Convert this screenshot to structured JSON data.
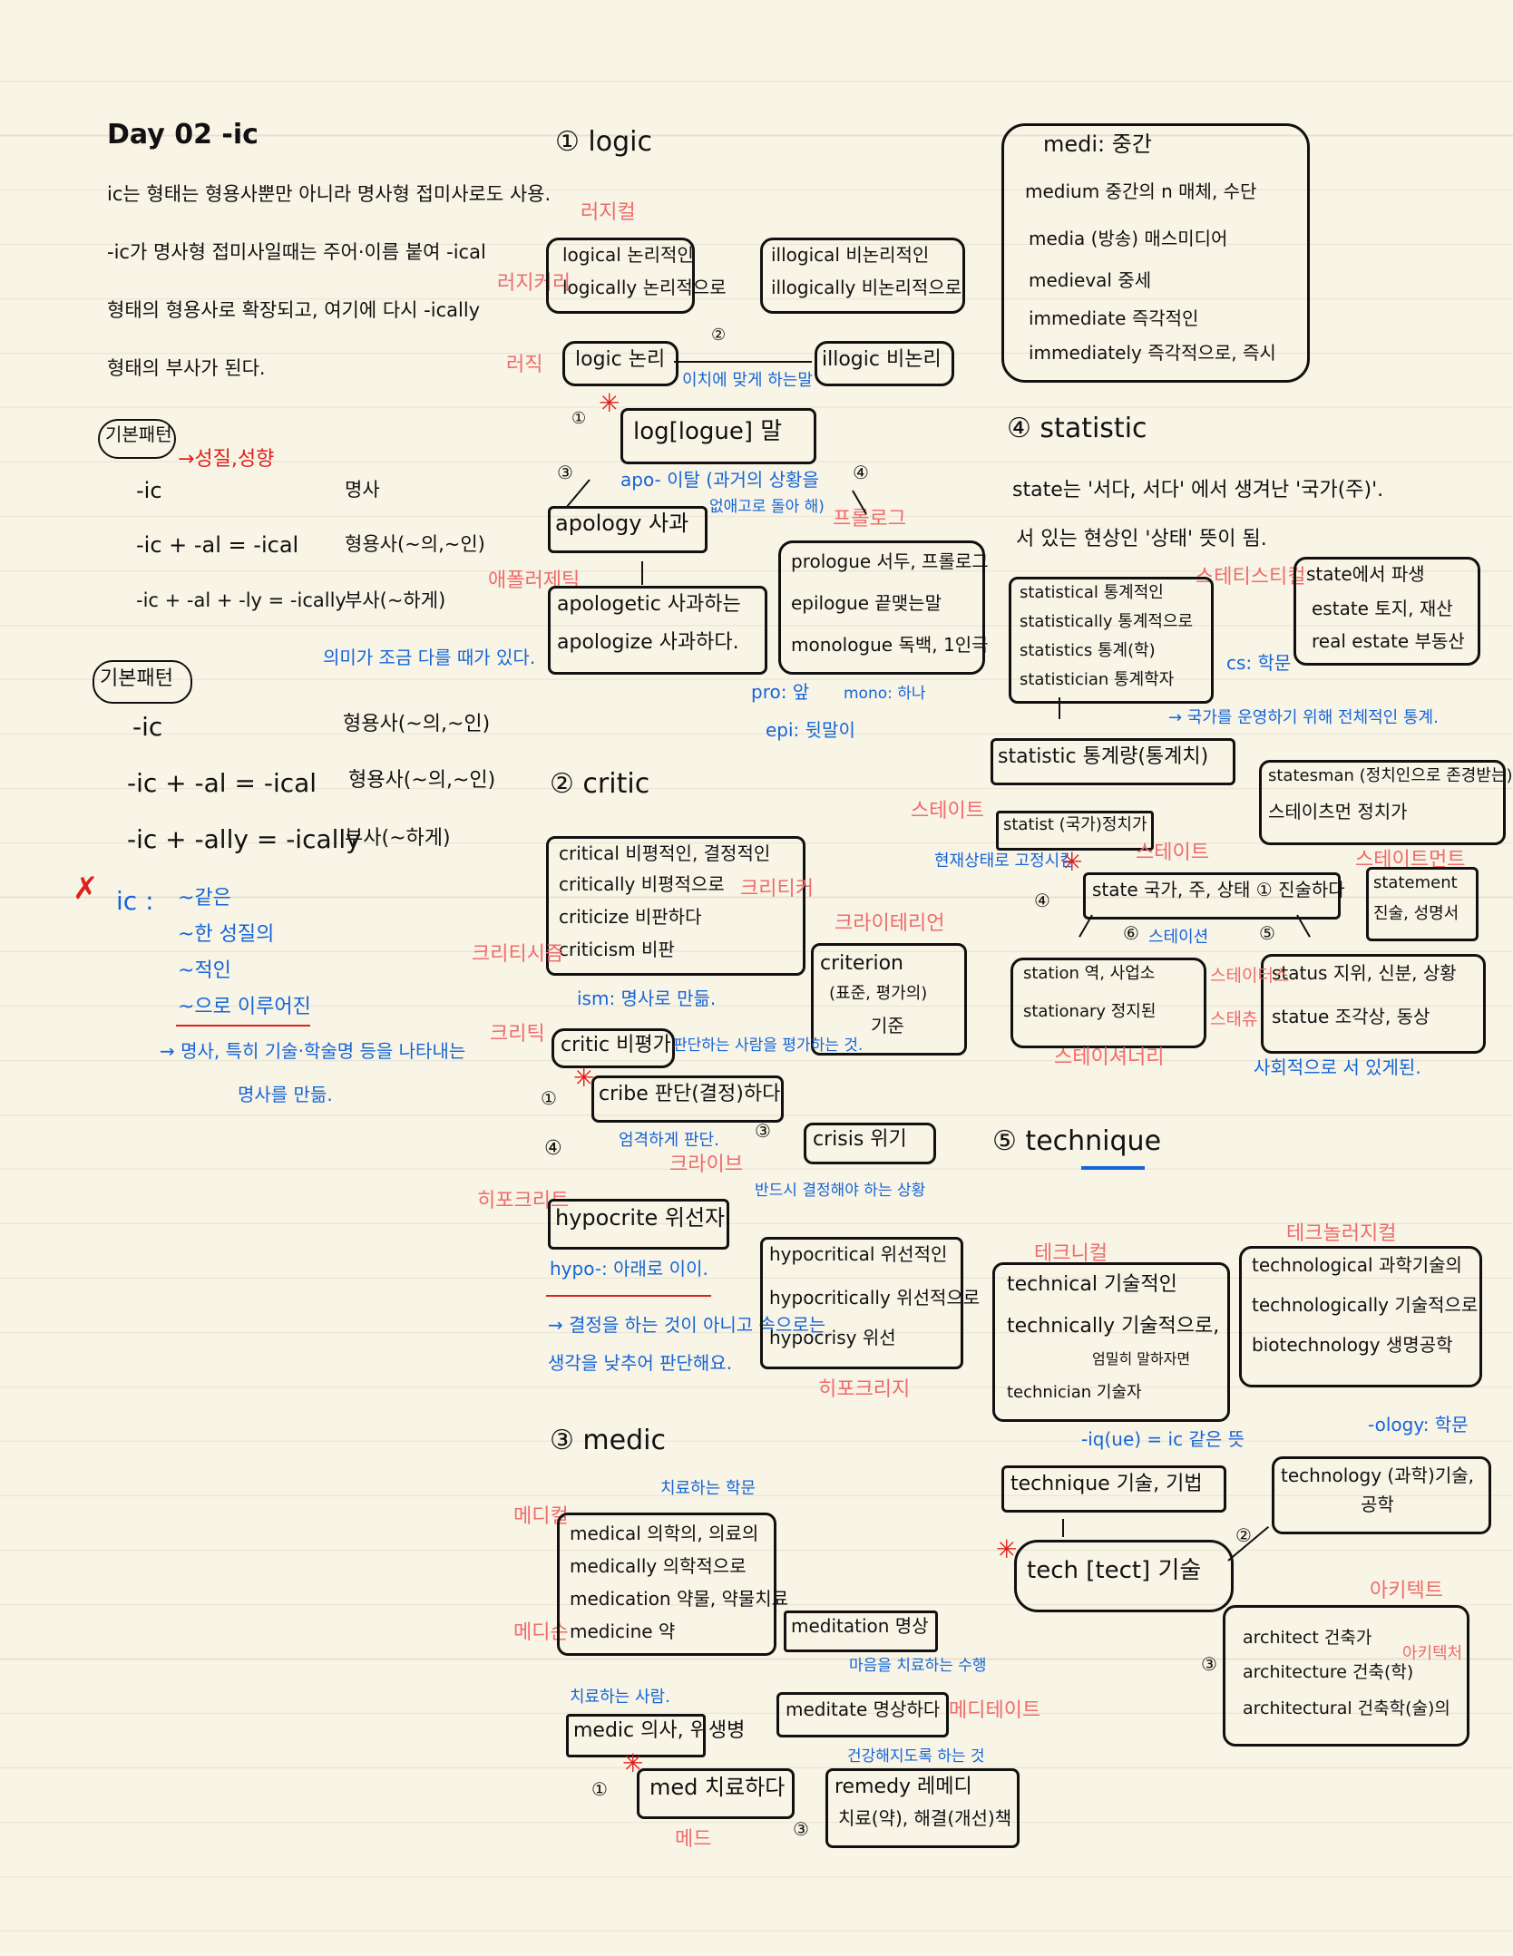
{
  "left": {
    "title": "Day 02 -ic",
    "intro": [
      "ic는 형태는 형용사뿐만 아니라 명사형 접미사로도 사용.",
      "-ic가 명사형 접미사일때는 주어·이름 붙여 -ical",
      "형태의 형용사로 확장되고, 여기에 다시 -ically",
      "형태의 부사가 된다."
    ],
    "basic1_label": "기본패턴",
    "basic1_note": "→성질,성향",
    "rows1": [
      [
        "-ic",
        "명사"
      ],
      [
        "-ic + -al = -ical",
        "형용사(~의,~인)"
      ],
      [
        "-ic + -al + -ly = -ically",
        "부사(~하게)"
      ]
    ],
    "basic2_label": "기본패턴",
    "basic2_note": "의미가 조금 다를 때가 있다.",
    "rows2": [
      [
        "-ic",
        "형용사(~의,~인)"
      ],
      [
        "-ic + -al = -ical",
        "형용사(~의,~인)"
      ],
      [
        "-ic + -ally = -ically",
        "부사(~하게)"
      ]
    ],
    "ic_head": "ic :",
    "ic_meanings": [
      "~같은",
      "~한 성질의",
      "~적인",
      "~으로 이루어진"
    ],
    "ic_note": [
      "→ 명사, 특히 기술·학술명 등을 나타내는",
      "명사를 만듦."
    ]
  },
  "logic": {
    "head": "① logic",
    "box1": [
      "logical 논리적인",
      "logically 논리적으로"
    ],
    "box2": [
      "illogical 비논리적인",
      "illogically 비논리적으로"
    ],
    "logic": "logic 논리",
    "illogic": "illogic 비논리",
    "logos": "log[logue] 말",
    "apology": "apology 사과",
    "apo_note": [
      "apo- 이탈 (과거의 상황을",
      "없애고로 돌아 해)"
    ],
    "apolog_box": [
      "apologetic 사과하는",
      "apologize 사과하다."
    ],
    "prolog_box": [
      "prologue 서두, 프롤로그",
      "epilogue 끝맺는말",
      "monologue 독백, 1인극"
    ],
    "pro_note": [
      "pro: 앞",
      "mono: 하나",
      "epi: 뒷말이"
    ],
    "pink": [
      "러지컬",
      "러지커리",
      "러직",
      "프롤로그",
      "애폴러제틱"
    ],
    "sentence_note": "이치에 맞게 하는말"
  },
  "critic": {
    "head": "② critic",
    "box": [
      "critical 비평적인, 결정적인",
      "critically 비평적으로",
      "criticize 비판하다",
      "criticism 비판"
    ],
    "criterion": [
      "criterion",
      "(표준, 평가의)",
      "기준"
    ],
    "critic": "critic 비평가",
    "cribe": "cribe 판단(결정)하다",
    "crisis": "crisis 위기",
    "hypocrite": "hypocrite 위선자",
    "hypo_box": [
      "hypocritical 위선적인",
      "hypocritically 위선적으로",
      "hypocrisy 위선"
    ],
    "blue": [
      "ism: 명사로 만듦.",
      "판단하는 사람을 평가하는 것.",
      "엄격하게 판단.",
      "반드시 결정해야 하는 상황",
      "hypo-: 아래로 이이.",
      "→ 결정을 하는 것이 아니고 속으로는",
      "생각을 낮추어 판단해요."
    ],
    "pink": [
      "크리티커",
      "크리티시즘",
      "크리틱",
      "크라이테리언",
      "크라이브",
      "히포크리트",
      "히포크리지"
    ]
  },
  "medic": {
    "head": "③ medic",
    "box": [
      "medical 의학의, 의료의",
      "medically 의학적으로",
      "medication 약물, 약물치료",
      "medicine 약"
    ],
    "meditation": "meditation 명상",
    "medic": "medic 의사, 위생병",
    "meditate": "meditate 명상하다",
    "med": "med 치료하다",
    "remedy": [
      "remedy 레메디",
      "치료(약), 해결(개선)책"
    ],
    "blue": [
      "치료하는 학문",
      "치료하는 사람.",
      "마음을 치료하는 수행",
      "건강해지도록 하는 것"
    ],
    "pink": [
      "메디컬",
      "메디슨",
      "메디테이트",
      "메드"
    ]
  },
  "medi": {
    "head": "medi: 중간",
    "rows": [
      "medium 중간의 n 매체, 수단",
      "media (방송) 매스미디어",
      "medieval 중세",
      "immediate 즉각적인",
      "immediately 즉각적으로, 즉시"
    ]
  },
  "statistic": {
    "head": "④ statistic",
    "intro": [
      "state는 '서다, 서다' 에서 생겨난 '국가(주)'.",
      "서 있는 현상인 '상태' 뜻이 됨."
    ],
    "box1": [
      "statistical 통계적인",
      "statistically 통계적으로",
      "statistics 통계(학)",
      "statistician 통계학자"
    ],
    "box2": [
      "state에서 파생",
      "estate 토지, 재산",
      "real estate 부동산"
    ],
    "statistic": "statistic 통계량(통계치)",
    "statesman": [
      "statesman (정치인으로 존경받는)",
      "스테이츠먼 정치가"
    ],
    "statist": "statist (국가)정치가",
    "state": "state 국가, 주, 상태 ① 진술하다",
    "statement": [
      "statement",
      "진술, 성명서"
    ],
    "station": [
      "station 역, 사업소",
      "stationary 정지된"
    ],
    "status": [
      "status 지위, 신분, 상황",
      "statue 조각상, 동상"
    ],
    "blue": [
      "cs: 학문",
      "→ 국가를 운영하기 위해 전체적인 통계.",
      "현재상태로 고정시킴",
      "사회적으로 서 있게된."
    ],
    "pink": [
      "스테티스티컬",
      "스테이트",
      "스테이트먼트",
      "스테이셔너리",
      "스테이터스",
      "스태츄",
      "스테이션"
    ]
  },
  "technique": {
    "head": "⑤ technique",
    "box1": [
      "technical 기술적인",
      "technically 기술적으로,",
      "엄밀히 말하자면",
      "technician 기술자"
    ],
    "box2": [
      "technological 과학기술의",
      "technologically 기술적으로",
      "biotechnology 생명공학"
    ],
    "technique": "technique 기술, 기법",
    "technology": [
      "technology (과학)기술,",
      "공학"
    ],
    "tech": "tech [tect] 기술",
    "arch": [
      "architect 건축가",
      "architecture 건축(학)",
      "architectural 건축학(술)의"
    ],
    "blue": [
      "-iq(ue) = ic 같은 뜻",
      "-ology: 학문"
    ],
    "pink": [
      "테크니컬",
      "테크놀러지컬",
      "아키텍트",
      "아키텍처"
    ]
  },
  "colors": {
    "ink": "#111111",
    "blue": "#1565d8",
    "pink": "#f06b6b",
    "red": "#e0201c"
  }
}
